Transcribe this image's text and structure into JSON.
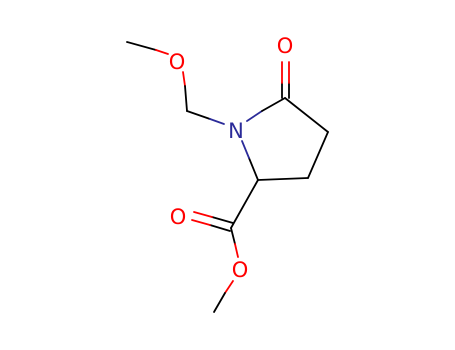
{
  "molecule": {
    "atoms": {
      "ether_oxygen": "O",
      "ring_nitrogen": "N",
      "lactam_oxygen": "O",
      "ester_carbonyl_oxygen": "O",
      "ester_oxygen": "O"
    },
    "colors": {
      "bond": "#000000",
      "oxygen": "#ff0000",
      "nitrogen": "#2b2b99"
    }
  }
}
